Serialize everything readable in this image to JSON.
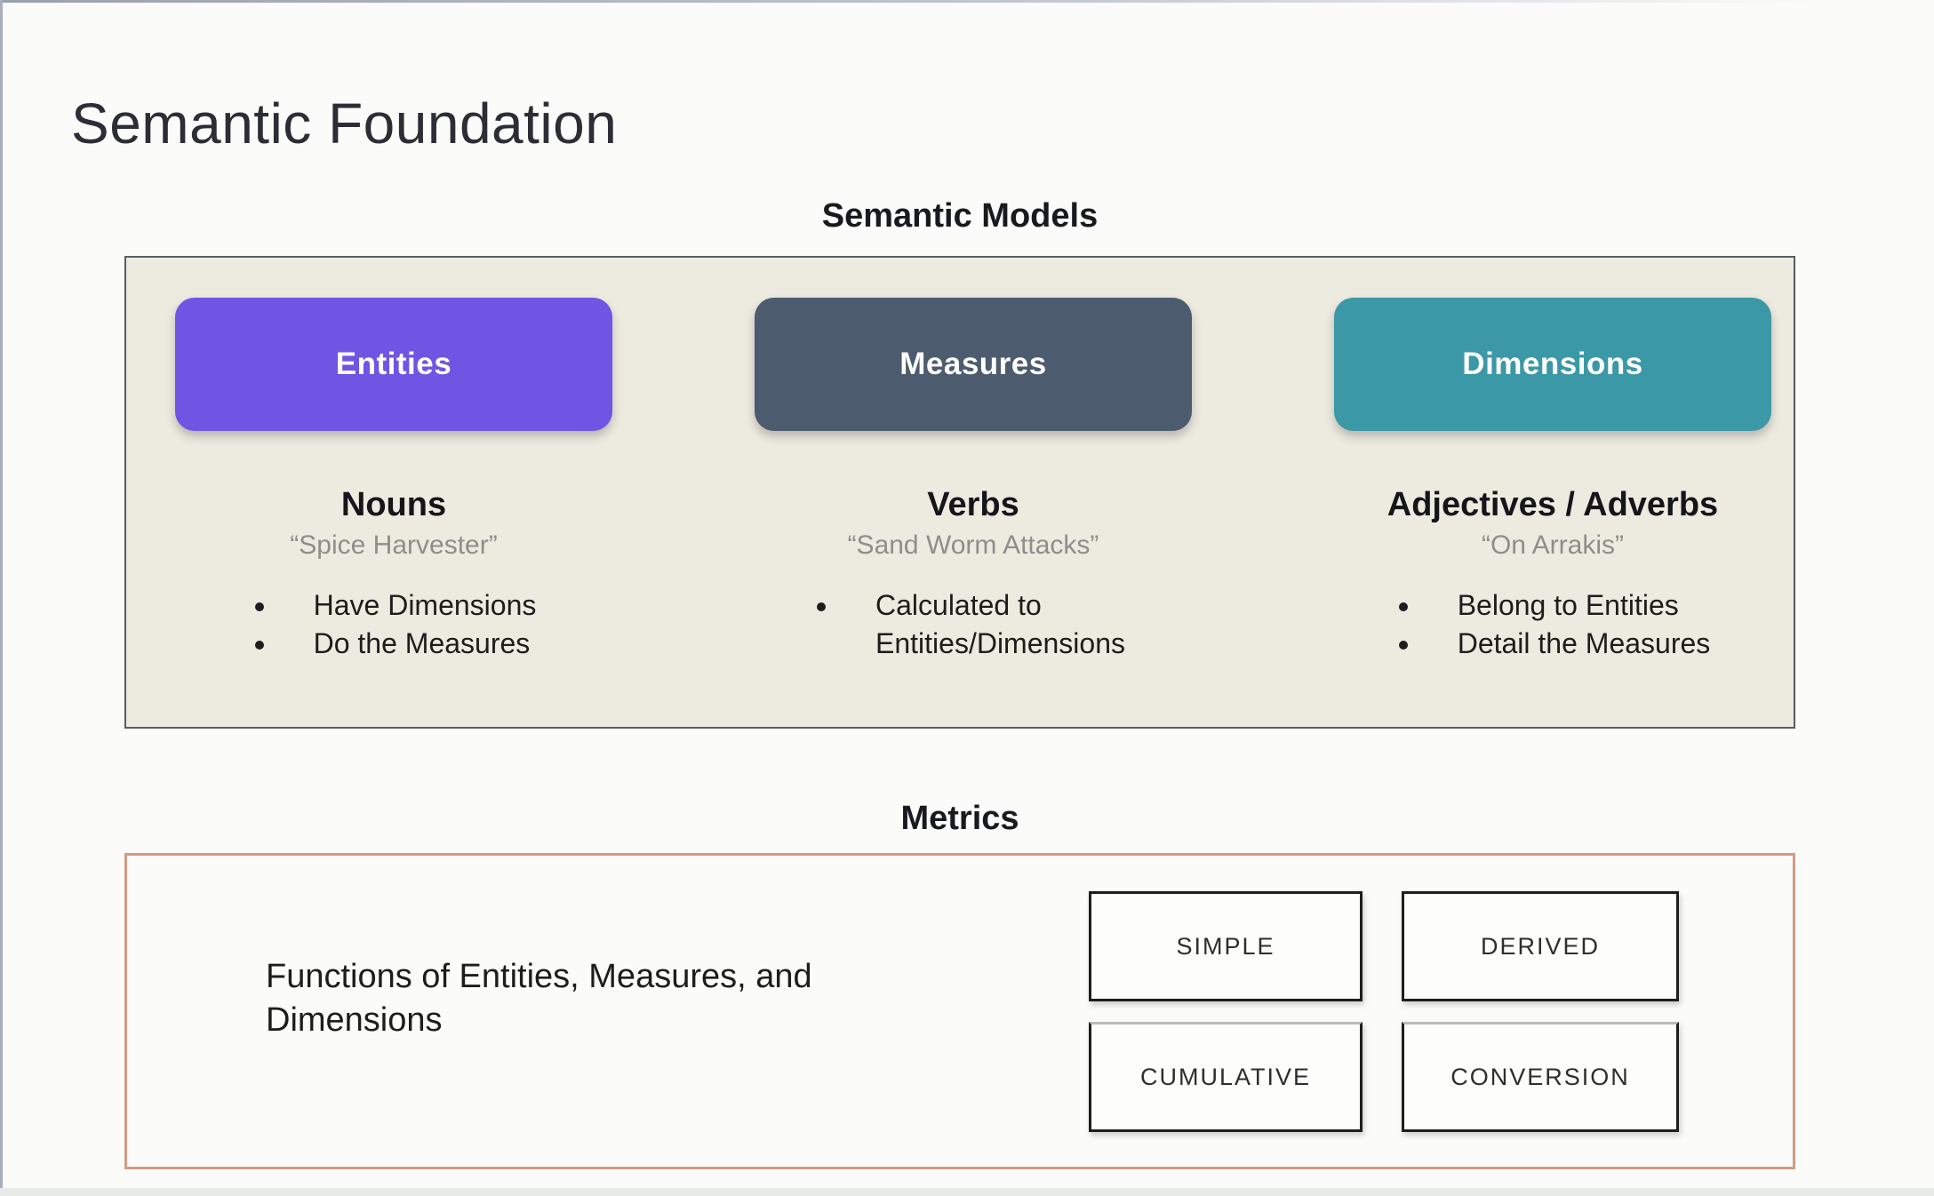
{
  "page": {
    "title": "Semantic Foundation"
  },
  "semantic_models": {
    "heading": "Semantic Models",
    "columns": [
      {
        "button": "Entities",
        "button_color": "#6e55e3",
        "heading": "Nouns",
        "quote": "“Spice Harvester”",
        "bullets": [
          "Have Dimensions",
          "Do the Measures"
        ]
      },
      {
        "button": "Measures",
        "button_color": "#4d5b6e",
        "heading": "Verbs",
        "quote": "“Sand Worm Attacks”",
        "bullets": [
          "Calculated to Entities/Dimensions"
        ]
      },
      {
        "button": "Dimensions",
        "button_color": "#3b98a6",
        "heading": "Adjectives / Adverbs",
        "quote": "“On Arrakis”",
        "bullets": [
          "Belong to Entities",
          "Detail the Measures"
        ]
      }
    ],
    "panel_background": "#edeadf",
    "panel_border_color": "#545e66"
  },
  "metrics": {
    "heading": "Metrics",
    "description": "Functions of Entities, Measures, and Dimensions",
    "types": [
      "SIMPLE",
      "DERIVED",
      "CUMULATIVE",
      "CONVERSION"
    ],
    "border_color": "#d59a84"
  }
}
